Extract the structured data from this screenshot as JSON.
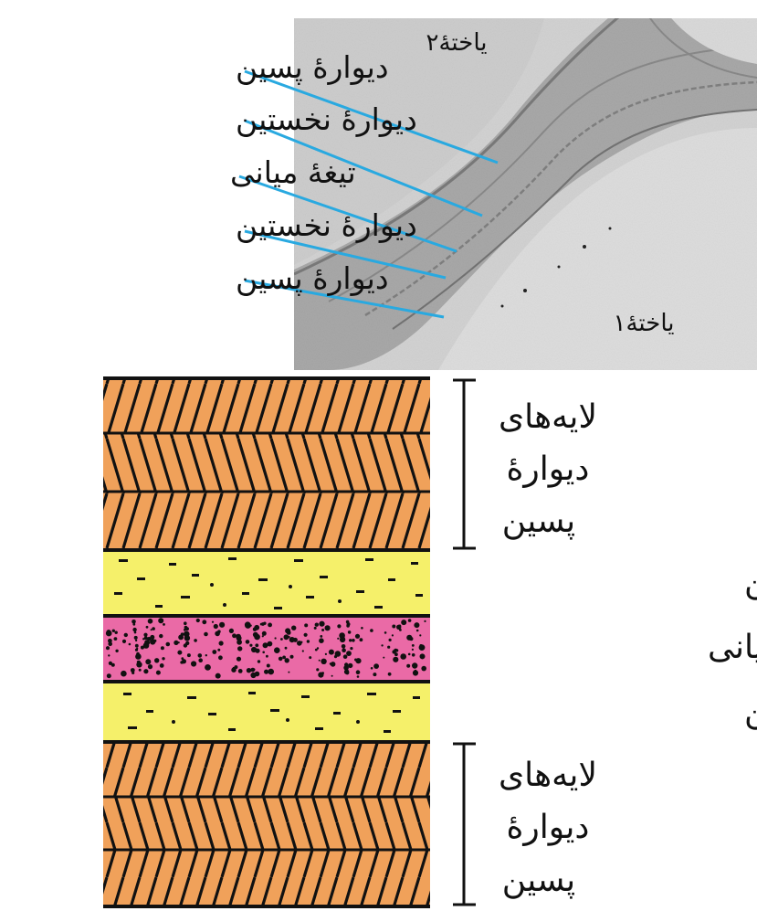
{
  "micrograph": {
    "cell_2_label": "یاختهٔ۲",
    "cell_1_label": "یاختهٔ۱",
    "callouts": [
      {
        "label": "دیوارهٔ پسین"
      },
      {
        "label": "دیوارهٔ نخستین"
      },
      {
        "label": "تیغهٔ میانی"
      },
      {
        "label": "دیوارهٔ نخستین"
      },
      {
        "label": "دیوارهٔ پسین"
      }
    ]
  },
  "layer_diagram": {
    "top_secondary_label_lines": [
      "لایه‌های",
      "دیوارهٔ",
      "پسین"
    ],
    "primary_wall_top_label": "دیوارهٔ نخستین",
    "middle_lamella_label": "تیغهٔ میانی",
    "primary_wall_bottom_label": "دیوارهٔ نخستین",
    "bottom_secondary_label_lines": [
      "لایه‌های",
      "دیوارهٔ",
      "پسین"
    ]
  },
  "colors": {
    "secondary_wall": "#f0a15a",
    "primary_wall": "#f5f06a",
    "middle_lamella": "#ea6aa6",
    "callout_line": "#29a9e0"
  }
}
